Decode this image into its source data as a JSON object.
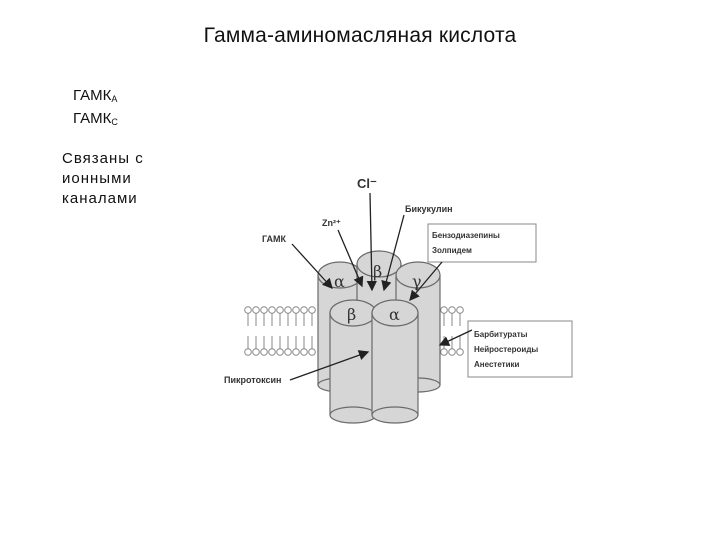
{
  "title": "Гамма-аминомасляная кислота",
  "receptors": [
    {
      "base": "ГАМК",
      "sub": "A"
    },
    {
      "base": "ГАМК",
      "sub": "C"
    }
  ],
  "note_lines": [
    "Связаны с",
    "ионными",
    "каналами"
  ],
  "figure": {
    "labels": {
      "cl": "Cl⁻",
      "zn": "Zn²⁺",
      "gaba": "ГАМК",
      "bicuculline": "Бикукулин",
      "picrotoxin": "Пикротоксин"
    },
    "box_top": [
      "Бензодиазепины",
      "Золпидем"
    ],
    "box_bottom": [
      "Барбитураты",
      "Нейростероиды",
      "Анестетики"
    ],
    "subunits_top": [
      "α",
      "β",
      "γ"
    ],
    "subunits_bottom": [
      "β",
      "α"
    ]
  },
  "colors": {
    "cylinder_fill": "#d6d6d6",
    "cylinder_stroke": "#6a6a6a",
    "membrane": "#888888"
  }
}
